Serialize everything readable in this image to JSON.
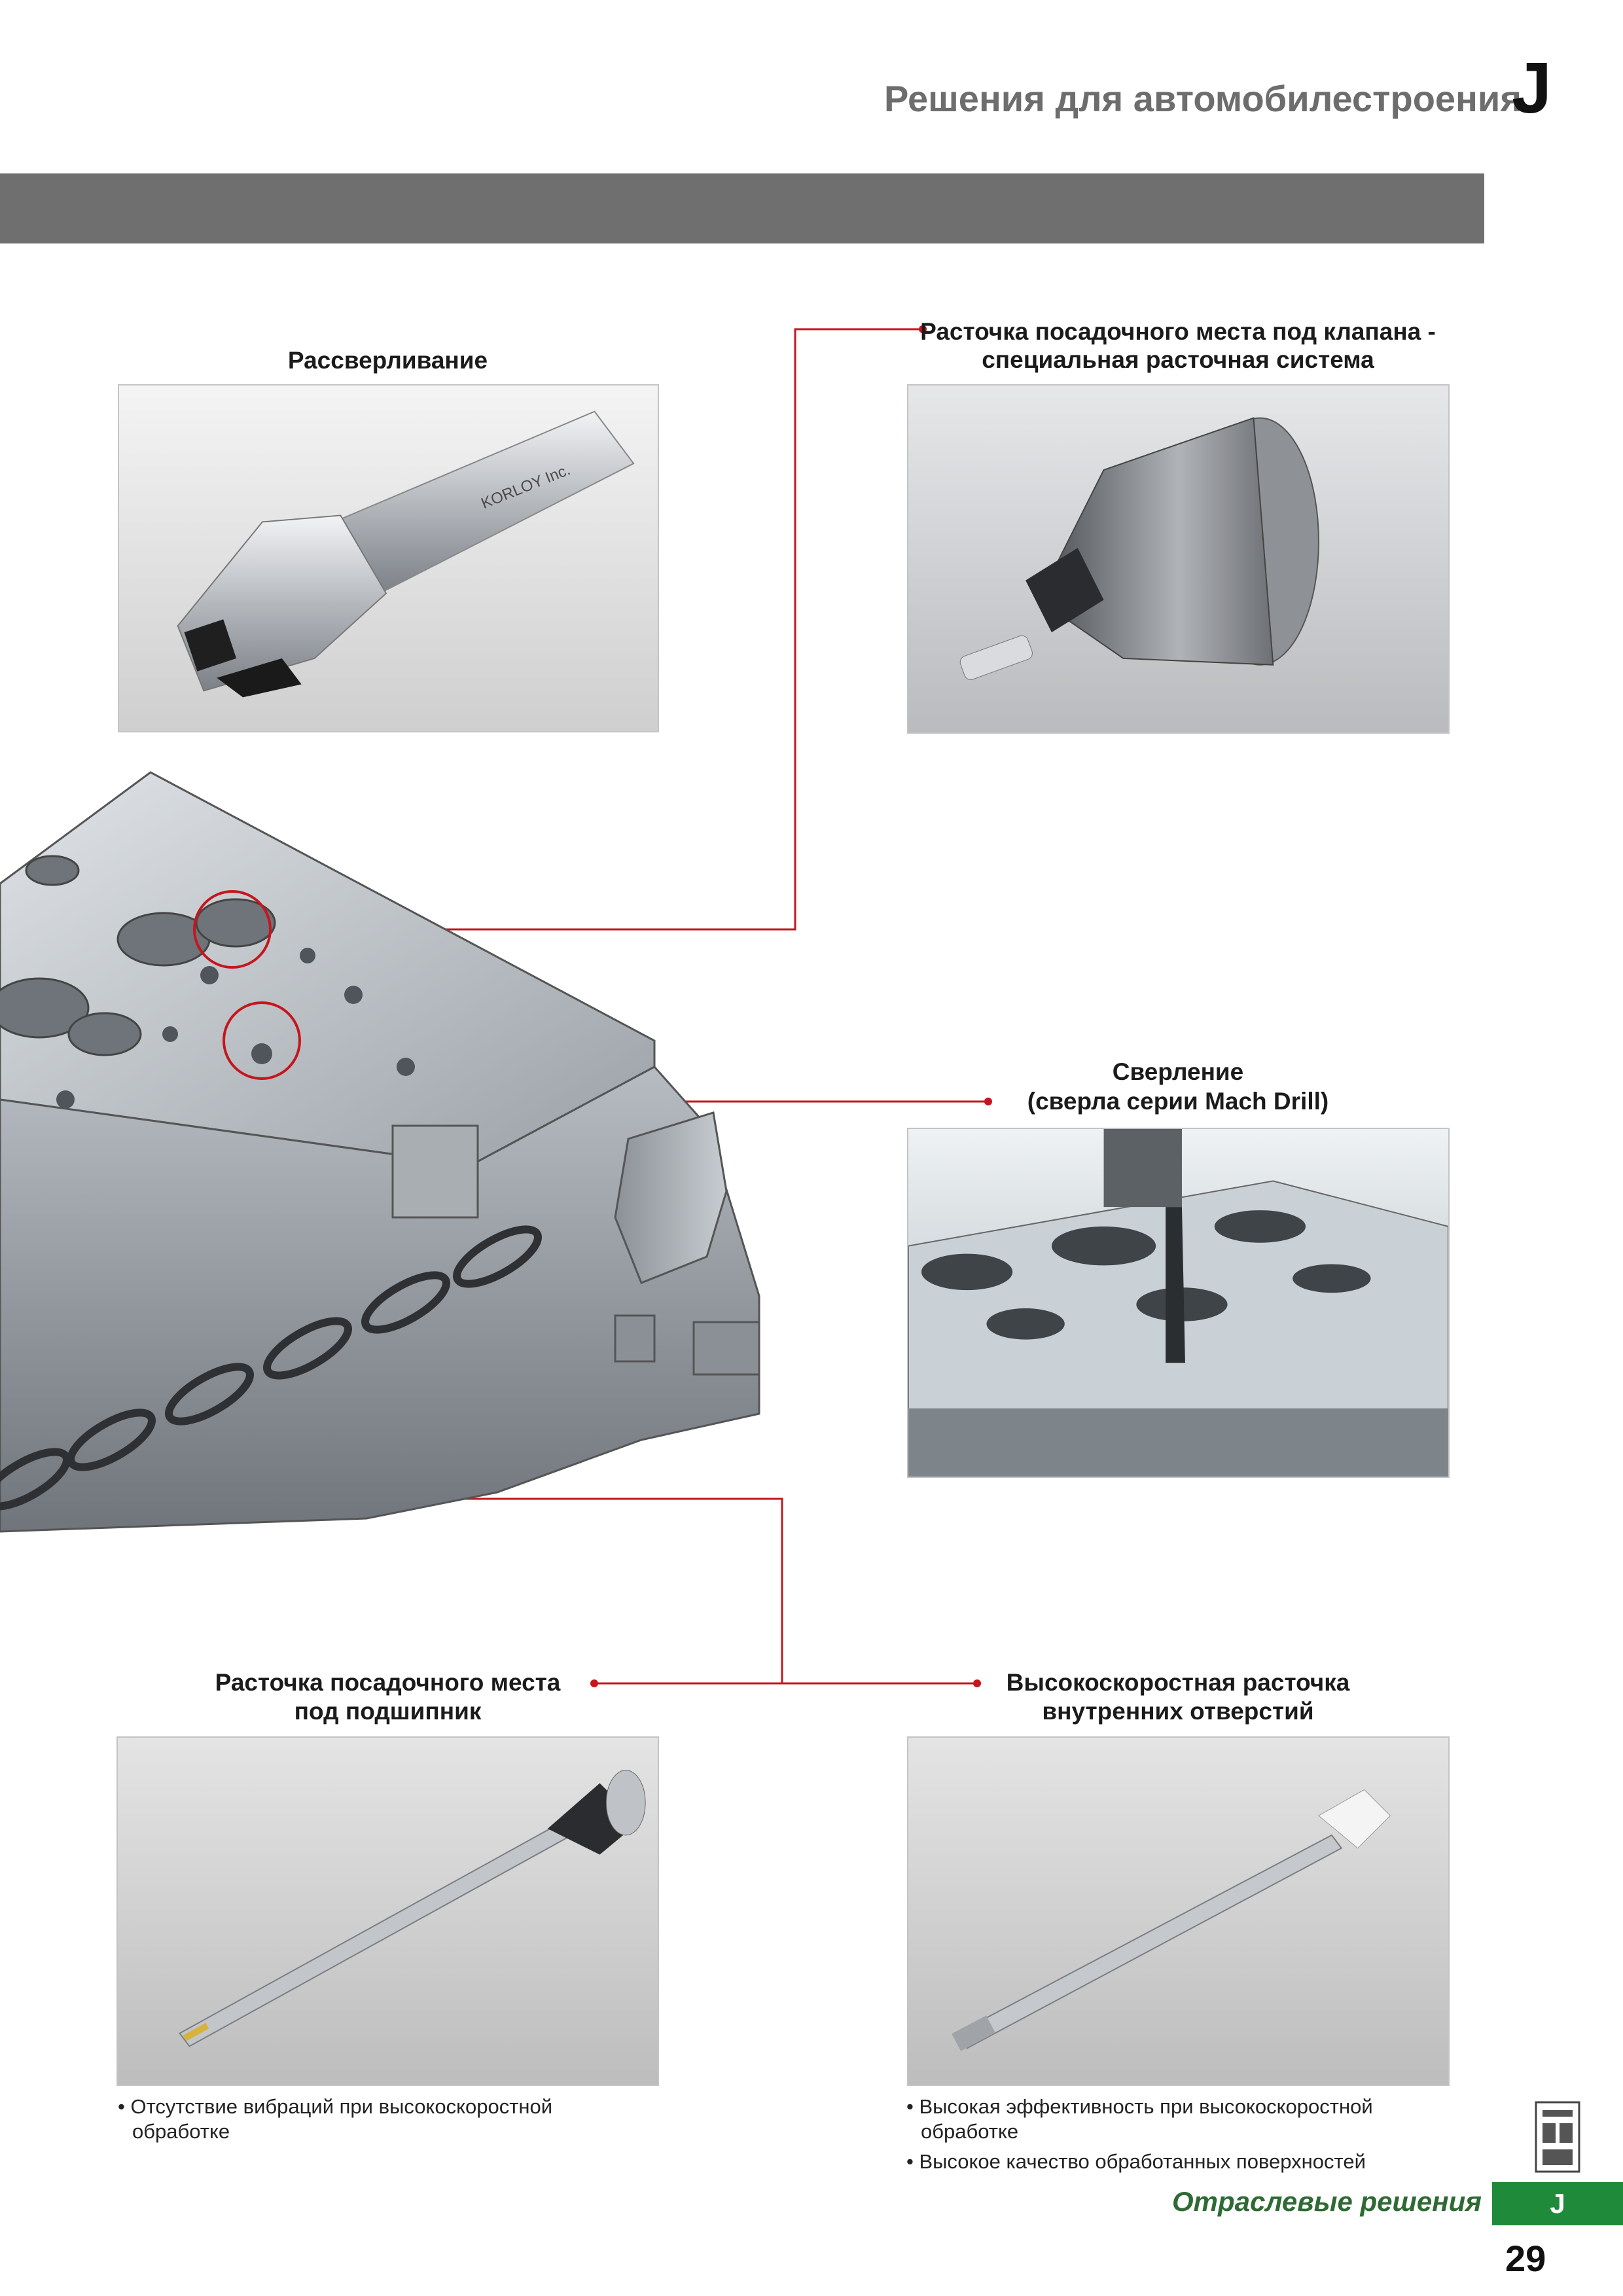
{
  "header": {
    "title": "Решения для автомобилестроения",
    "section_letter": "J"
  },
  "captions": {
    "reaming": "Рассверливание",
    "valve_seat_line1": "Расточка посадочного места под клапана -",
    "valve_seat_line2": "специальная расточная система",
    "drilling_line1": "Сверление",
    "drilling_line2": "(сверла серии Mach Drill)",
    "bearing_line1": "Расточка посадочного места",
    "bearing_line2": "под подшипник",
    "hs_boring_line1": "Высокоскоростная расточка",
    "hs_boring_line2": "внутренних отверстий"
  },
  "images": {
    "tool_logo_text": "KORLOY Inc."
  },
  "bullets": {
    "left": [
      "Отсутствие вибраций при высокоскоростной обработке"
    ],
    "right": [
      "Высокая эффективность при высокоскоростной обработке",
      "Высокое качество обработанных поверхностей"
    ]
  },
  "footer": {
    "section_text": "Отраслевые решения",
    "tab_letter": "J",
    "page_number": "29"
  },
  "colors": {
    "accent_red": "#c5161d",
    "footer_green": "#1f8b3a",
    "header_bar": "#6f6f6f"
  },
  "icons": [
    "section-thumbnail-icon"
  ]
}
